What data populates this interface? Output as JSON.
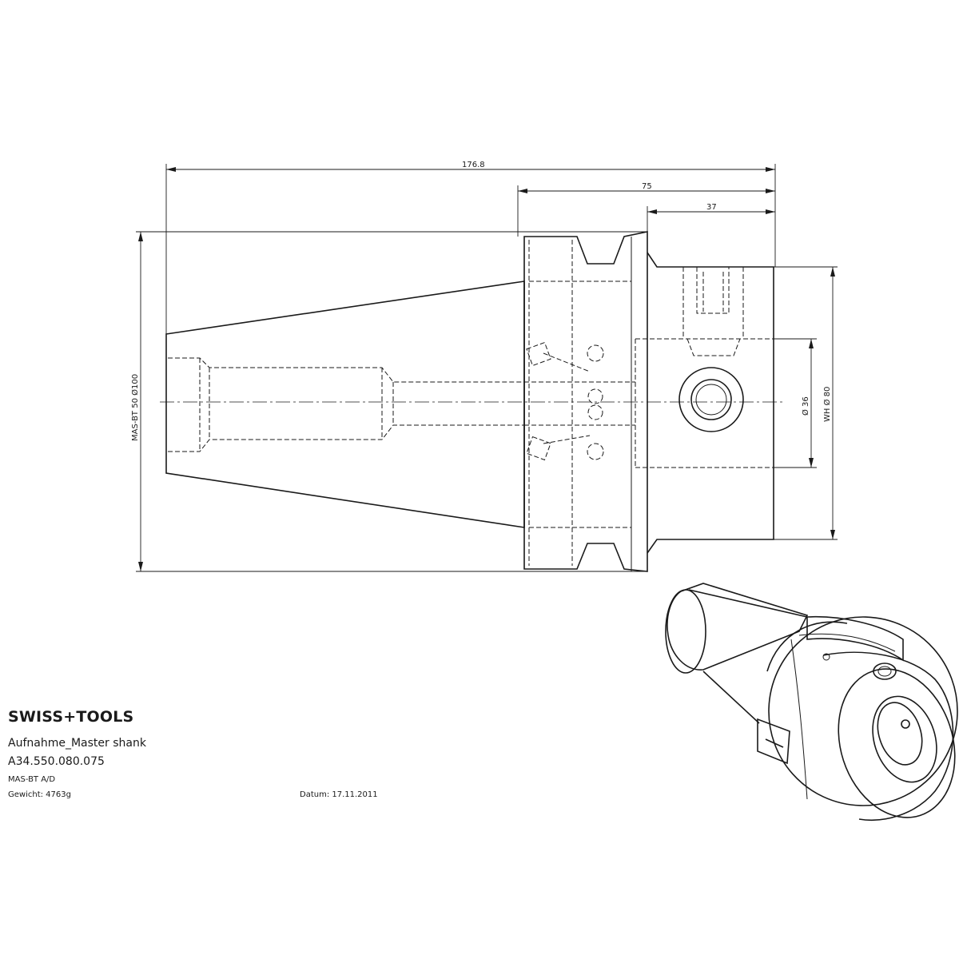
{
  "title_block": {
    "logo": "SWISS+TOOLS",
    "name": "Aufnahme_Master shank",
    "article": "A34.550.080.075",
    "type": "MAS-BT A/D",
    "weight": "Gewicht: 4763g",
    "date": "Datum: 17.11.2011"
  },
  "dimensions": {
    "overall_length": "176.8",
    "head_length": "75",
    "bore_length": "37",
    "taper_diameter": "MAS-BT 50  Ø100",
    "bore_diameter": "Ø 36",
    "outer_diameter": "WH Ø 80"
  }
}
